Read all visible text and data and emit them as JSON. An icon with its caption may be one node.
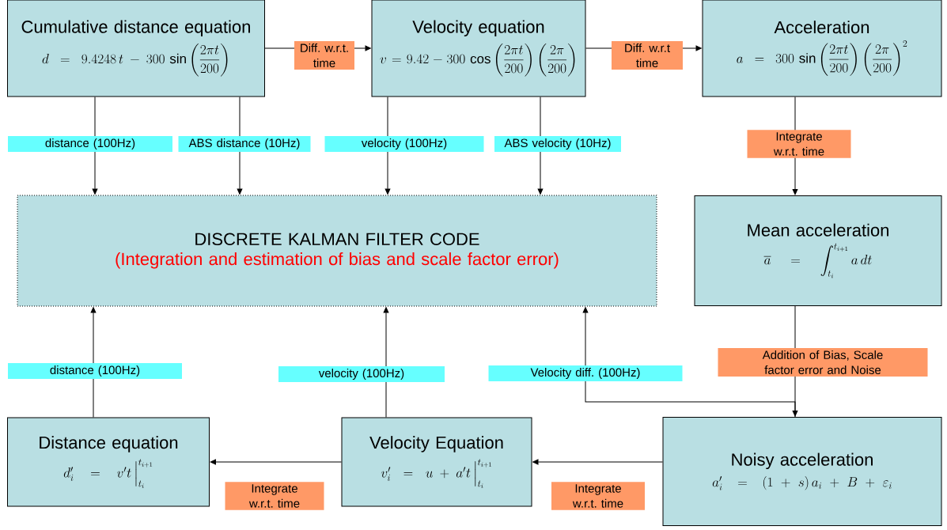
{
  "diagram": {
    "nodes": [
      {
        "text": [
          "Cumulative distance equation",
          "d = 9.4248\\,t - 300\\,\\sin\\left(\\dfrac{2\\pi t}{200}\\right)"
        ]
      },
      {
        "text": [
          "Velocity equation",
          "v = 9.42 - 300\\,\\cos\\left(\\dfrac{2\\pi t}{200}\\right)\\left(\\dfrac{2\\pi}{200}\\right)"
        ]
      },
      {
        "text": [
          "Acceleration",
          "a = 300\\,\\sin\\left(\\dfrac{2\\pi t}{200}\\right)\\left(\\dfrac{2\\pi}{200}\\right)^{2}"
        ]
      },
      {
        "text": [
          "DISCRETE KALMAN FILTER CODE",
          "(Integration and estimation of bias and scale factor error)"
        ]
      },
      {
        "text": [
          "Mean acceleration",
          "\\overline{a} = \\int_{t_{i}}^{t_{i+1}} a\\,dt"
        ]
      },
      {
        "text": [
          "Distance equation",
          "d_{i}' = v't\\,\\Big|_{t_{i}}^{t_{i+1}}"
        ]
      },
      {
        "text": [
          "Velocity Equation",
          "v_{i}' = u + a't\\,\\Big|_{t_{i}}^{t_{i+1}}"
        ]
      },
      {
        "text": [
          "Noisy acceleration",
          "a_{i}' = (1+s)\\,a_{i} + B + \\varepsilon_{i}"
        ]
      }
    ],
    "edges": [
      {
        "from": 0,
        "to": 1,
        "arrow": "to",
        "label": "Diff. w.r.t. time"
      },
      {
        "from": 1,
        "to": 2,
        "arrow": "to",
        "label": "Diff. w.r.t time"
      },
      {
        "from": 0,
        "to": 3,
        "arrow": "to",
        "label": "distance (100Hz)"
      },
      {
        "from": 0,
        "to": 3,
        "arrow": "to",
        "label": "ABS distance (10Hz)"
      },
      {
        "from": 1,
        "to": 3,
        "arrow": "to",
        "label": "velocity (100Hz)"
      },
      {
        "from": 1,
        "to": 3,
        "arrow": "to",
        "label": "ABS velocity (10Hz)"
      },
      {
        "from": 2,
        "to": 4,
        "arrow": "to",
        "label": "Integrate w.r.t. time"
      },
      {
        "from": 4,
        "to": 7,
        "arrow": "to",
        "label": "Addition of Bias, Scale factor error and Noise"
      },
      {
        "from": 7,
        "to": 6,
        "arrow": "to",
        "label": "Integrate w.r.t. time"
      },
      {
        "from": 6,
        "to": 5,
        "arrow": "to",
        "label": "Integrate w.r.t. time"
      },
      {
        "from": 5,
        "to": 3,
        "arrow": "to",
        "label": "distance (100Hz)"
      },
      {
        "from": 6,
        "to": 3,
        "arrow": "to",
        "label": "velocity (100Hz)"
      },
      {
        "from": 7,
        "to": 3,
        "arrow": "to",
        "label": "Velocity diff. (100Hz)"
      }
    ]
  }
}
